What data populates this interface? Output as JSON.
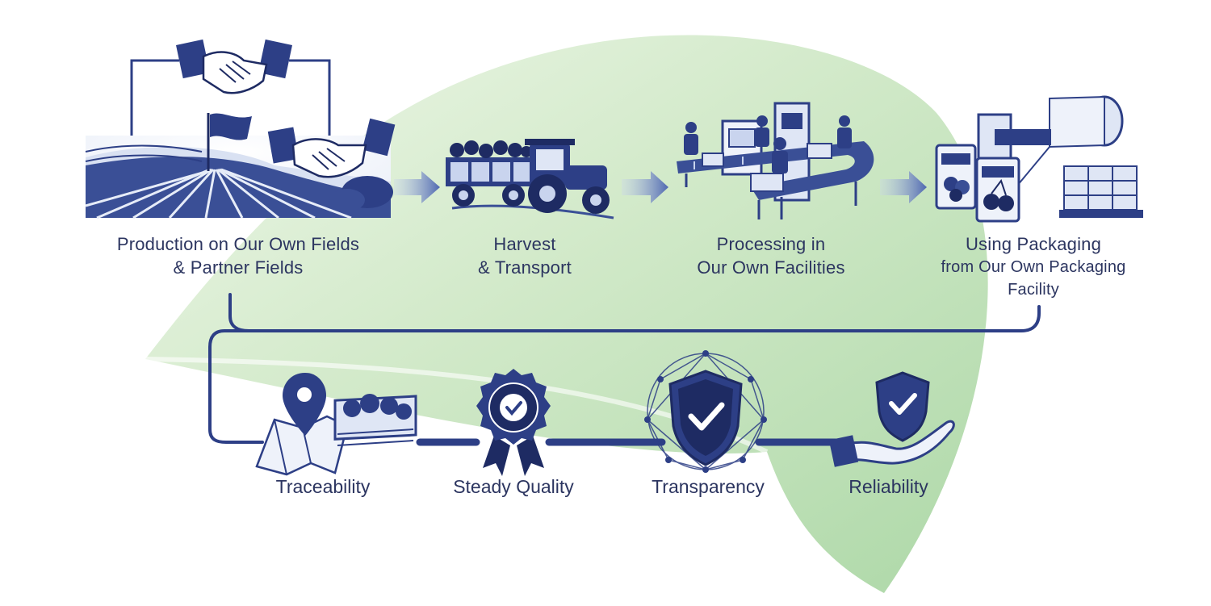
{
  "process_steps": [
    {
      "id": "production",
      "lines": [
        "Production on Our Own Fields",
        "& Partner Fields"
      ]
    },
    {
      "id": "harvest",
      "lines": [
        "Harvest",
        "& Transport"
      ]
    },
    {
      "id": "processing",
      "lines": [
        "Processing in",
        "Our Own Facilities"
      ]
    },
    {
      "id": "packaging",
      "lines": [
        "Using Packaging",
        "from Our Own Packaging",
        "Facility"
      ]
    }
  ],
  "values": [
    {
      "id": "traceability",
      "label": "Traceability",
      "icon": "map-pin-crate-icon"
    },
    {
      "id": "steady-quality",
      "label": "Steady Quality",
      "icon": "quality-badge-icon"
    },
    {
      "id": "transparency",
      "label": "Transparency",
      "icon": "network-shield-icon"
    },
    {
      "id": "reliability",
      "label": "Reliability",
      "icon": "hand-shield-icon"
    }
  ],
  "colors": {
    "navy": "#2d3f86",
    "navy_dark": "#1e2b63",
    "text": "#2c3560",
    "leaf_light": "#e6f2e0",
    "leaf_dark": "#9fd09a",
    "arrow": "#6b82bf"
  }
}
